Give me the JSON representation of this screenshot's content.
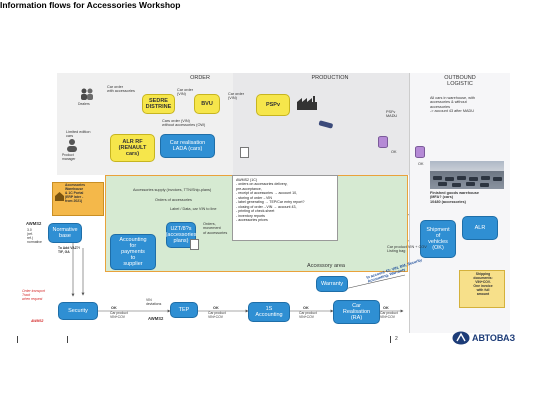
{
  "title": "Information flows for Accessories Workshop",
  "zones": {
    "order": "ORDER",
    "production": "PRODUCTION",
    "outbound": "OUTBOUND\nLOGISTIC",
    "accessory": "Accessory area"
  },
  "actors": {
    "dealers": "Dealers",
    "product_manager": "Product\nmanager"
  },
  "boxes": {
    "sedre": "SEDRE\nDISTRINE",
    "bvu": "BVU",
    "pspv": "PSPv",
    "alr_rf": "ALR RF\n(RENAULT\ncars)",
    "car_realisation": "Car realisation\nLADA (cars)",
    "uzt": "UZT/8?s\n(accessories\nplans)",
    "normative": "Normative\nbase",
    "accounting": "Accounting\nfor\npayments\nto\nsupplier",
    "shipment": "Shipment\nof\nvehicles\n(OK)",
    "alr": "ALR",
    "warranty": "Warranty",
    "security": "Security",
    "tep": "TEP",
    "accounting_1s": "1S\nAccounting",
    "car_realisation_ra": "Car\nRealisation\n(RA)",
    "accessories_warehouse": "Accessories\nWarehouse\n& 1C Portal\n(ERP later -\nfrom 2021)"
  },
  "labels": {
    "car_order_accessories": "Car order\nwith accessories",
    "car_order_vin": "Car order\n(VIN)",
    "car_order_vin2": "Car order\n(VIN)",
    "limited_edition": "Limited edition\ncars",
    "cars_order": "Cars order (VIN)\nwithout accessories (OW)",
    "psfv_madu": "PSFv\nMADU",
    "ok": "OK",
    "ok2": "OK",
    "outbound_note": "All cars in warehouse, with\naccessories & without\naccessories\n-> account 43 after MADU",
    "finished_goods": "Finished goods warehouse\n(MFA? (cars)\n10480 (accessories)",
    "accessories_supply": "Accessories supply (invoices, TTN/Ship-plans)",
    "orders_accessories": "Orders of accessories",
    "plans_accessories": "Orders, \nmovement\nof accessories",
    "awms2_flow": "AWMS2 (1C)\n- orders on accessories delivery,\n  pre-acceptance,\n- receipt of accessories → account 10,\n- storing of order→VIN\n- label generating → TEP/Car entry report?\n- closing of order→VIN → account 43,\n- printing of check-sheet\n- inventory reports\n- accessories prices",
    "awms2_left_title": "AWMS2",
    "awms2_left_body": "3.0\n(ref.\nref.)\nnormative",
    "tp_note": "To Add VAZ?/\nTIF, GA",
    "red_order": "Order transport\nTrack\nwhen request",
    "red_awms": "AWMS2",
    "car_product_vin_cov": "Car product VIN + COV\nListing bag",
    "shipping_docs": "Shipping\ndocuments:\nVIN+COV.\nOne invoice\nwith full\namount",
    "in_account": "In account 43: VIN, BM, Security\nAccounting, Warranty",
    "ok_sec": "OK",
    "ok_tep": "OK",
    "ok_1s": "OK",
    "ok_ra": "OK",
    "sec_sub": "Car product\nVIN+COV",
    "vin_dev": "VIN\ndeviations",
    "tep_sub": "Car product\nVIN+COV",
    "awms2_bottom": "AWMS2",
    "acc_sub": "Car product\nVIN+COV",
    "ra_sub": "Car product\nVIN+COV",
    "label_generating": "Label generating",
    "label_by_line": "Label / Data, car VIN to line"
  },
  "footer": {
    "logo_text": "АВТОВАЗ",
    "page": "2"
  }
}
